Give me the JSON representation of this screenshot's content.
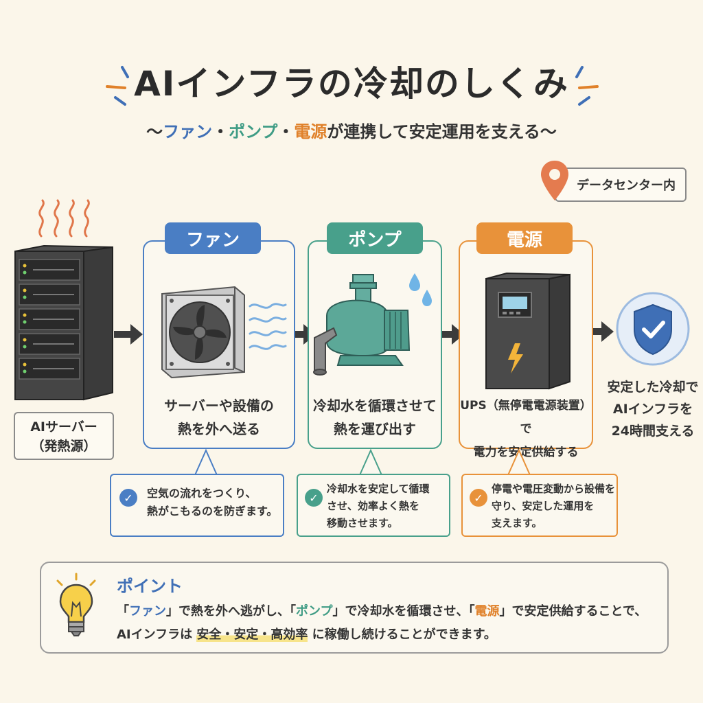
{
  "title": "AIインフラの冷却のしくみ",
  "subtitle": {
    "prefix": "〜",
    "fan": "ファン",
    "sep1": "・",
    "pump": "ポンプ",
    "sep2": "・",
    "power": "電源",
    "suffix": "が連携して安定運用を支える〜"
  },
  "location": {
    "label": "データセンター内",
    "icon": "map-pin-icon"
  },
  "server": {
    "label_line1": "AIサーバー",
    "label_line2": "（発熱源）"
  },
  "fan": {
    "title": "ファン",
    "desc_line1": "サーバーや設備の",
    "desc_line2": "熱を外へ送る",
    "note_line1": "空気の流れをつくり、",
    "note_line2": "熱がこもるのを防ぎます。",
    "color": "#4a7ec4"
  },
  "pump": {
    "title": "ポンプ",
    "desc_line1": "冷却水を循環させて",
    "desc_line2": "熱を運び出す",
    "note_line1": "冷却水を安定して循環",
    "note_line2": "させ、効率よく熱を",
    "note_line3": "移動させます。",
    "color": "#48a08b"
  },
  "power": {
    "title": "電源",
    "desc_line1": "UPS（無停電電源装置）で",
    "desc_line2": "電力を安定供給する",
    "note_line1": "停電や電圧変動から設備を",
    "note_line2": "守り、安定した運用を",
    "note_line3": "支えます。",
    "color": "#e8923a"
  },
  "result": {
    "line1": "安定した冷却で",
    "line2": "AIインフラを",
    "line3": "24時間支える",
    "icon": "shield-check-icon"
  },
  "point": {
    "title": "ポイント",
    "line1_a": "「",
    "line1_fan": "ファン",
    "line1_b": "」で熱を外へ逃がし、「",
    "line1_pump": "ポンプ",
    "line1_c": "」で冷却水を循環させ、「",
    "line1_power": "電源",
    "line1_d": "」で安定供給することで、",
    "line2_a": "AIインフラは",
    "line2_hl": "安全・安定・高効率",
    "line2_b": "に稼働し続けることができます。",
    "icon": "lightbulb-icon"
  }
}
